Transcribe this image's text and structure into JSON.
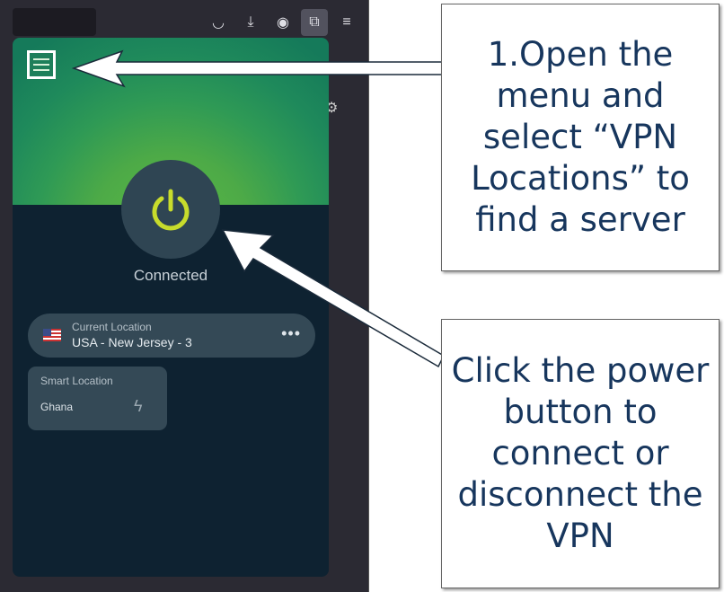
{
  "browser": {
    "toolbar_icons": [
      "pocket-icon",
      "download-icon",
      "account-icon",
      "extensions-icon",
      "menu-icon"
    ]
  },
  "vpn": {
    "status": "Connected",
    "current_location_label": "Current Location",
    "current_location": "USA - New Jersey - 3",
    "smart_location_label": "Smart Location",
    "smart_location": "Ghana",
    "more": "•••"
  },
  "callouts": {
    "menu": "1.Open the menu and select “VPN Locations” to find a server",
    "power": "Click the power button to connect or disconnect the VPN"
  },
  "colors": {
    "accent": "#c8dc2c",
    "callout_text": "#17365d"
  }
}
